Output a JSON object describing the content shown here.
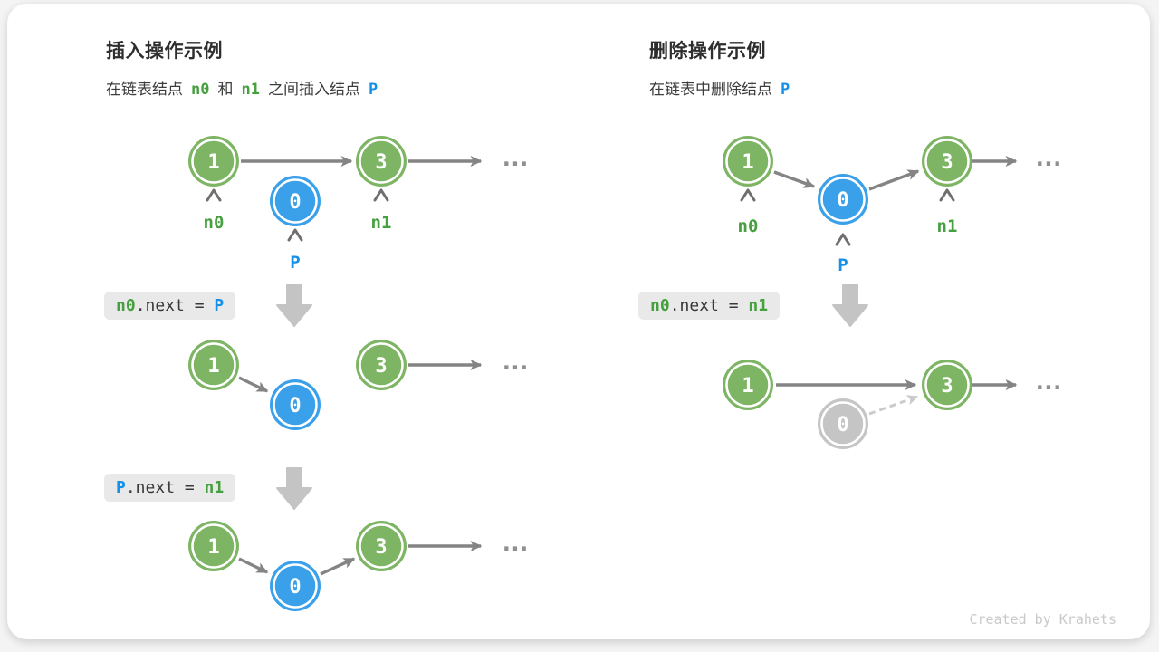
{
  "credit": "Created by Krahets",
  "ellipsis": "...",
  "colors": {
    "node_green": "#7EB564",
    "node_blue": "#3AA0E9",
    "node_gray": "#C5C5C5",
    "label_green": "#47A03F",
    "label_blue": "#1590E8",
    "arrow_gray": "#848484",
    "dashed_arrow_gray": "#CBCBCB",
    "code_box_bg": "#E9E9E9",
    "block_arrow_gray": "#C4C4C4"
  },
  "insert": {
    "title": "插入操作示例",
    "subtitle": {
      "part1": "在链表结点",
      "ref_n0": "n0",
      "part2": "和",
      "ref_n1": "n1",
      "part3": "之间插入结点",
      "ref_p": "P"
    },
    "labels": {
      "n0": "n0",
      "n1": "n1",
      "p": "P"
    },
    "node_values": {
      "one": "1",
      "zero": "0",
      "three": "3"
    },
    "code_step1": {
      "lhs": "n0",
      "mid": ".next = ",
      "rhs": "P"
    },
    "code_step2": {
      "lhs": "P",
      "mid": ".next = ",
      "rhs": "n1"
    }
  },
  "delete": {
    "title": "删除操作示例",
    "subtitle": {
      "part1": "在链表中删除结点",
      "ref_p": "P"
    },
    "labels": {
      "n0": "n0",
      "n1": "n1",
      "p": "P"
    },
    "node_values": {
      "one": "1",
      "zero": "0",
      "three": "3"
    },
    "code_step1": {
      "lhs": "n0",
      "mid": ".next = ",
      "rhs": "n1"
    }
  }
}
